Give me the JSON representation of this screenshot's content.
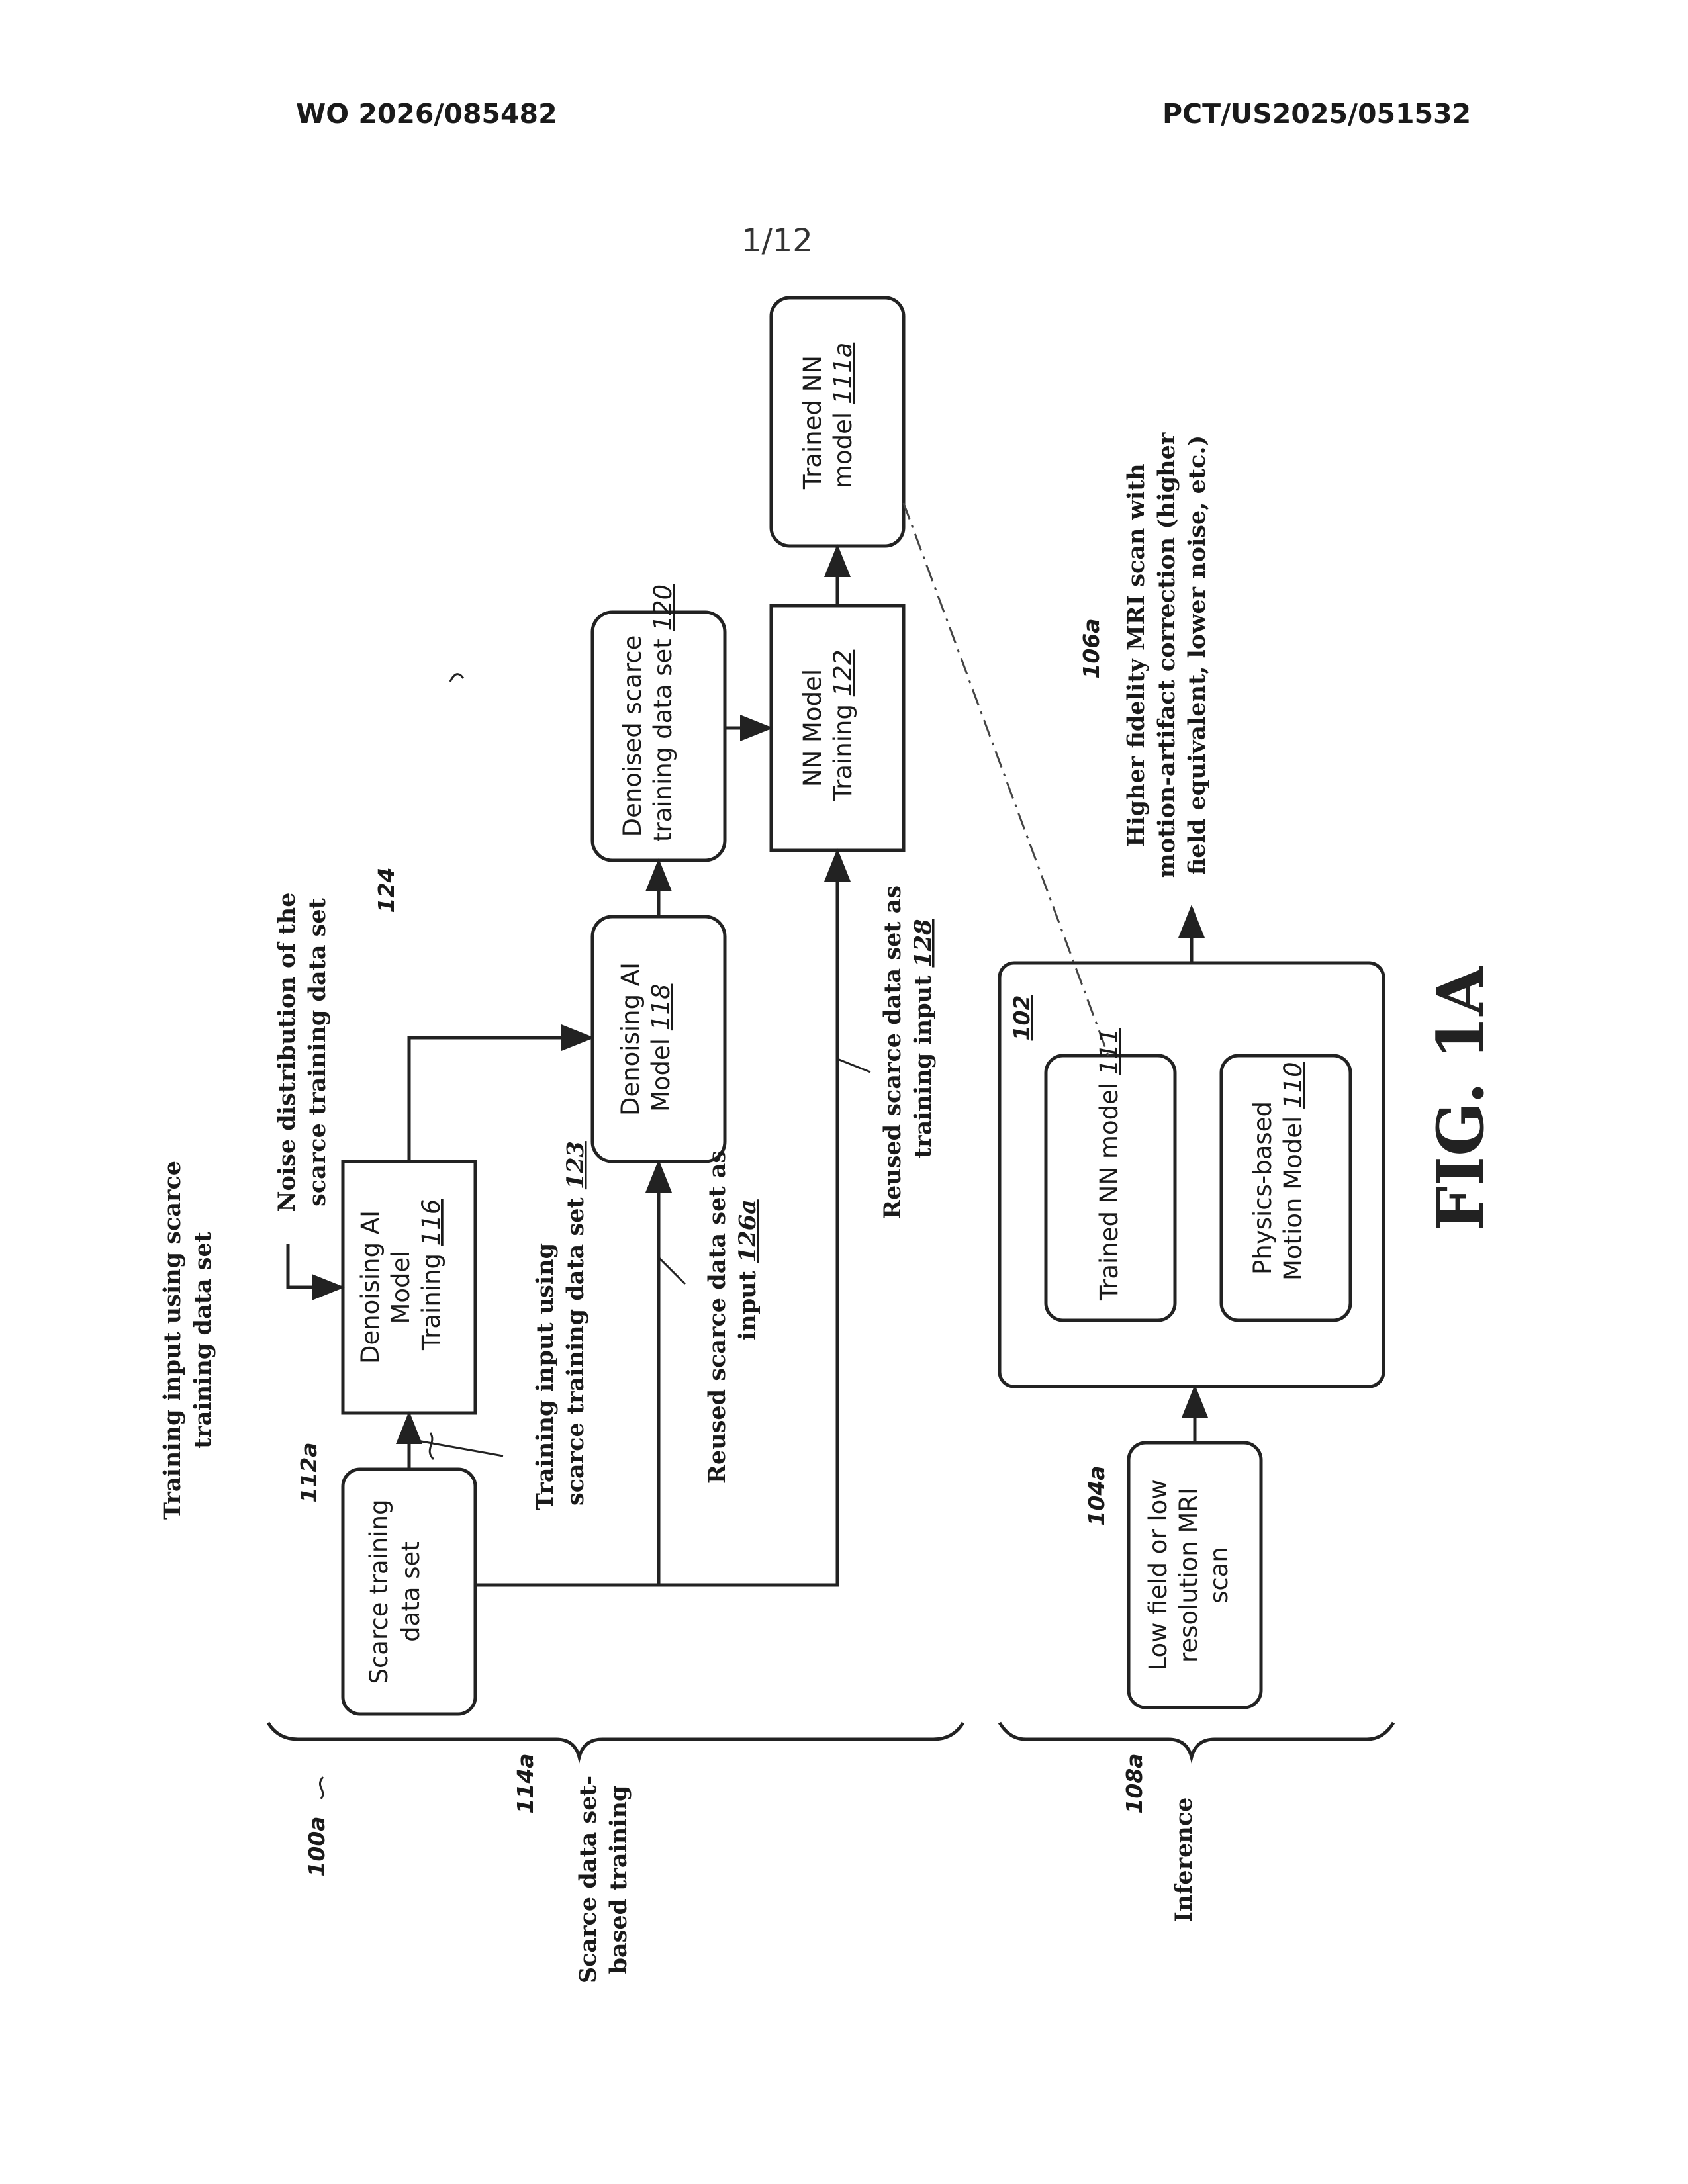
{
  "header": {
    "left": "WO 2026/085482",
    "right": "PCT/US2025/051532"
  },
  "page_number": "1/12",
  "figure_label": "FIG. 1A",
  "refs": {
    "r100a": "100a",
    "r114a": "114a",
    "r108a": "108a",
    "r112a": "112a",
    "r124": "124",
    "r104a": "104a",
    "r106a": "106a"
  },
  "sections": {
    "scarce": [
      "Scarce data set-",
      "based training"
    ],
    "inference": "Inference",
    "training_input": [
      "Training input using scarce",
      "training data set"
    ]
  },
  "boxes": {
    "scarce_training": {
      "lines": [
        "Scarce training",
        "data set"
      ]
    },
    "denoising_training": {
      "lines": [
        "Denoising AI",
        "Model",
        "Training"
      ],
      "ref": "116"
    },
    "denoising_model": {
      "lines": [
        "Denoising AI",
        "Model"
      ],
      "ref": "118"
    },
    "denoised_set": {
      "lines": [
        "Denoised scarce",
        "training data set"
      ],
      "ref": "120"
    },
    "nn_training": {
      "lines": [
        "NN Model",
        "Training"
      ],
      "ref": "122"
    },
    "trained_nn_a": {
      "lines": [
        "Trained NN",
        "model"
      ],
      "ref": "111a"
    },
    "container": {
      "ref": "102"
    },
    "trained_nn": {
      "lines": [
        "Trained NN model"
      ],
      "ref": "111"
    },
    "physics_model": {
      "lines": [
        "Physics-based",
        "Motion Model"
      ],
      "ref": "110"
    },
    "low_field": {
      "lines": [
        "Low field or low",
        "resolution MRI",
        "scan"
      ]
    }
  },
  "labels": {
    "noise": [
      "Noise distribution of the",
      "scarce training data set"
    ],
    "training_input_123": {
      "lines": [
        "Training input using",
        "scarce training data set"
      ],
      "ref": "123"
    },
    "reused_126a": {
      "lines": [
        "Reused scarce data set as",
        "input"
      ],
      "ref": "126a"
    },
    "reused_128": {
      "lines": [
        "Reused scarce data set as",
        "training input"
      ],
      "ref": "128"
    },
    "output": [
      "Higher fidelity MRI scan with",
      "motion-artifact correction (higher",
      "field equivalent,  lower noise, etc.)"
    ]
  }
}
